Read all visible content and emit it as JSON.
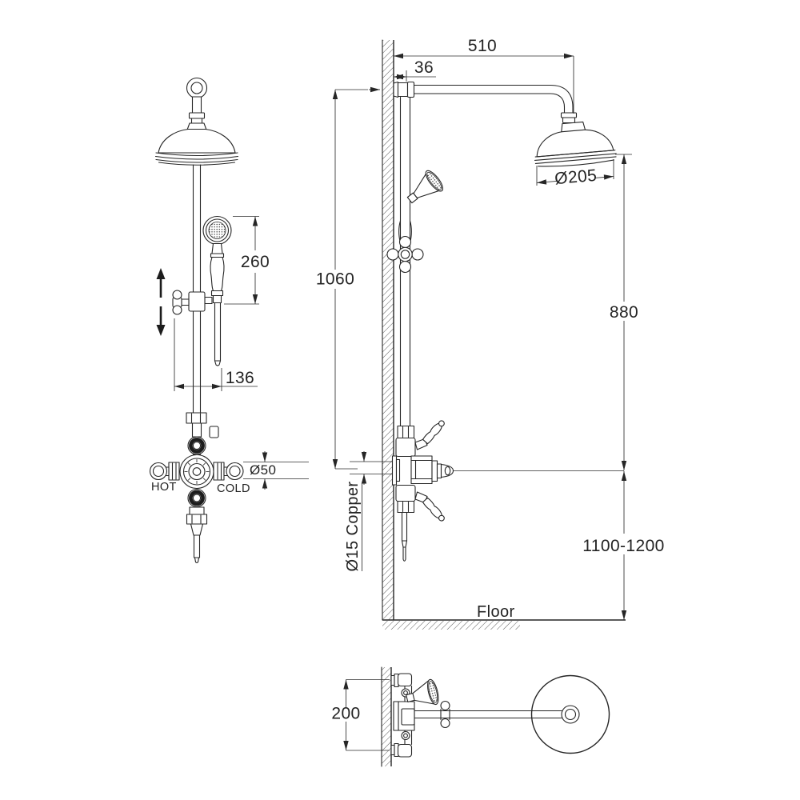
{
  "drawing": {
    "background_color": "#ffffff",
    "line_color": "#262626",
    "front_view": {
      "hot_label": "HOT",
      "cold_label": "COLD",
      "dim_handset_length": "260",
      "dim_handset_offset": "136",
      "dim_valve_trim_diameter": "Ø50"
    },
    "side_view": {
      "dim_arm_projection": "510",
      "dim_wall_offset": "36",
      "dim_head_diameter": "Ø205",
      "dim_riser_height": "1060",
      "dim_head_to_valve": "880",
      "dim_valve_to_floor": "1100-1200",
      "supply_pipe_label": "Ø15 Copper",
      "floor_label": "Floor"
    },
    "plan_view": {
      "dim_inlet_spacing": "200"
    }
  }
}
